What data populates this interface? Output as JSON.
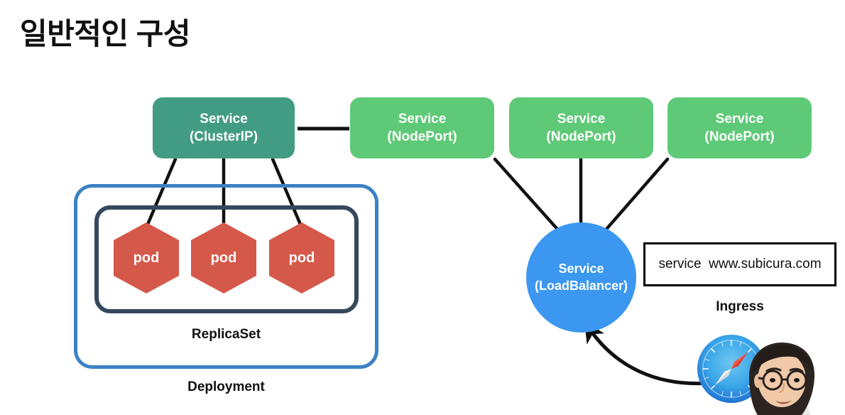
{
  "slide": {
    "title": "일반적인 구성",
    "background_color": "#ffffff"
  },
  "services": {
    "clusterip": {
      "line1": "Service",
      "line2": "(ClusterIP)",
      "color": "#429c84",
      "shape": "rounded-rect"
    },
    "nodeport_1": {
      "line1": "Service",
      "line2": "(NodePort)",
      "color": "#5ec977",
      "shape": "rounded-rect"
    },
    "nodeport_2": {
      "line1": "Service",
      "line2": "(NodePort)",
      "color": "#5ec977",
      "shape": "rounded-rect"
    },
    "nodeport_3": {
      "line1": "Service",
      "line2": "(NodePort)",
      "color": "#5ec977",
      "shape": "rounded-rect"
    },
    "loadbalancer": {
      "line1": "Service",
      "line2": "(LoadBalancer)",
      "color": "#3b97ef",
      "shape": "circle"
    }
  },
  "deployment": {
    "label": "Deployment",
    "border_color": "#3c81c4",
    "replicaset": {
      "label": "ReplicaSet",
      "border_color": "#36485c",
      "pods": [
        {
          "label": "pod",
          "color": "#d5594a"
        },
        {
          "label": "pod",
          "color": "#d5594a"
        },
        {
          "label": "pod",
          "color": "#d5594a"
        }
      ]
    }
  },
  "ingress": {
    "label": "Ingress",
    "rule": "service  www.subicura.com",
    "border_color": "#000000"
  },
  "icons": {
    "browser": "safari-compass-icon",
    "presenter": "presenter-webcam-avatar"
  },
  "connectors": {
    "clusterip_to_nodeport": "straight-line",
    "clusterip_to_pods": "three-lines",
    "nodeports_to_loadbalancer": "three-lines",
    "browser_to_loadbalancer": "curved-arrow"
  }
}
